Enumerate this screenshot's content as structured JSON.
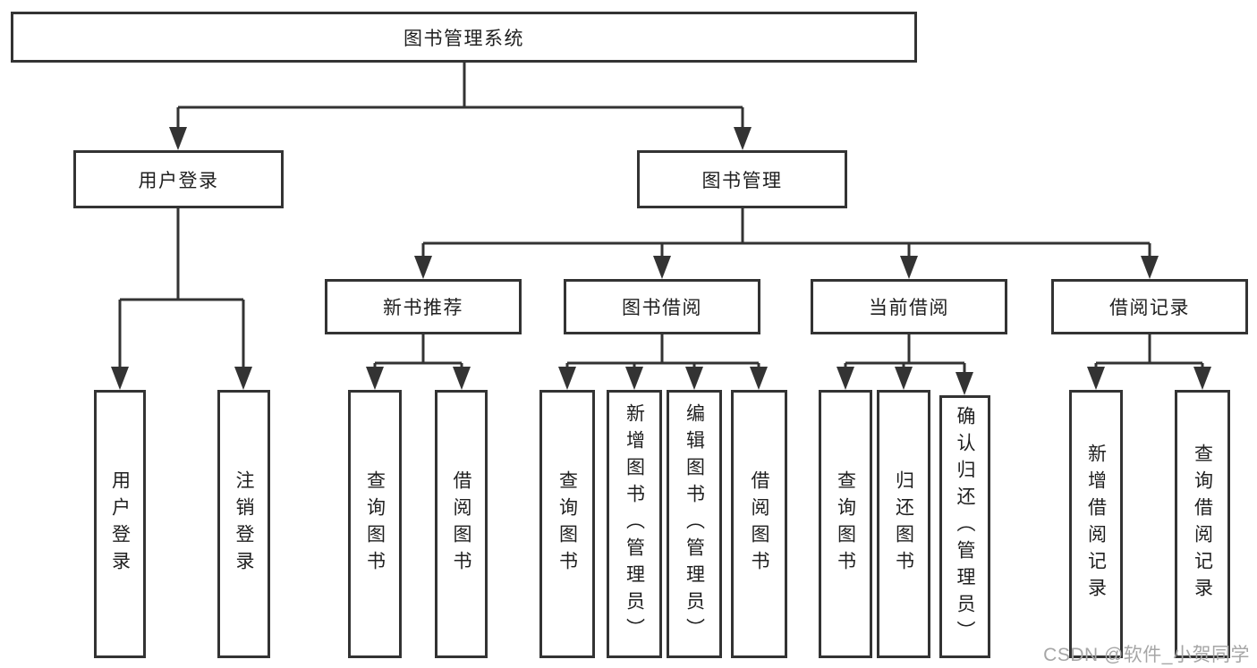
{
  "diagram": {
    "root": {
      "label": "图书管理系统"
    },
    "branches": [
      {
        "label": "用户登录"
      },
      {
        "label": "图书管理"
      }
    ],
    "modules": [
      {
        "label": "新书推荐"
      },
      {
        "label": "图书借阅"
      },
      {
        "label": "当前借阅"
      },
      {
        "label": "借阅记录"
      }
    ],
    "leaves": [
      {
        "label": "用户登录"
      },
      {
        "label": "注销登录"
      },
      {
        "label": "查询图书"
      },
      {
        "label": "借阅图书"
      },
      {
        "label": "查询图书"
      },
      {
        "label": "新增图书（管理员）"
      },
      {
        "label": "编辑图书（管理员）"
      },
      {
        "label": "借阅图书"
      },
      {
        "label": "查询图书"
      },
      {
        "label": "归还图书"
      },
      {
        "label": "确认归还（管理员）"
      },
      {
        "label": "新增借阅记录"
      },
      {
        "label": "查询借阅记录"
      }
    ],
    "watermark": "CSDN @软件_小贺同学",
    "colors": {
      "line": "#333333",
      "text": "#1f1f1f",
      "watermark": "#a6a6a6",
      "background": "#ffffff"
    }
  }
}
